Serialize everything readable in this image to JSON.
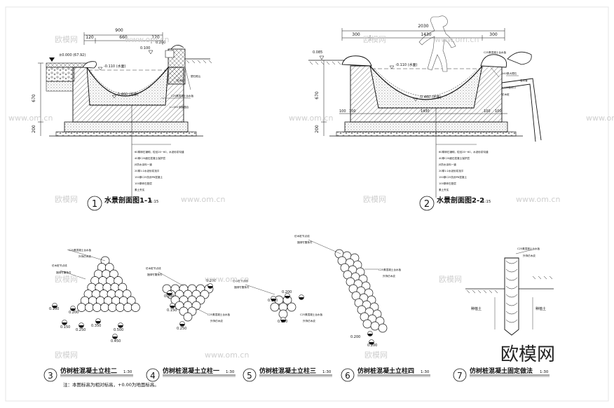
{
  "watermark": {
    "logo": "欧模网",
    "url": "www.om.cn"
  },
  "brand": "欧模网",
  "sections": [
    {
      "id": "1",
      "title": "水景剖面图1-1",
      "scale": "1:15",
      "dims_top": [
        "900",
        "120",
        "660",
        "120"
      ],
      "elevations": [
        "±0.000 (67.92)",
        "0.100",
        "0.200",
        "-0.110 (水面)",
        "-0.460 (池底)"
      ],
      "dims_left": [
        "670",
        "200"
      ],
      "callouts": [
        "塑石假山",
        "C25素混凝土台水板",
        "仿木桩",
        "L=150 钢板围合"
      ],
      "layers": [
        "60厚卵石铺砌，粒径20~60，水泥砂浆勾缝",
        "40厚C20细石混凝土保护层",
        "JS防水涂料一道",
        "20厚1:2水泥砂浆找平",
        "150厚C25抗渗P6混凝土",
        "100厚碎石垫层",
        "素土夯实"
      ]
    },
    {
      "id": "2",
      "title": "水景剖面图2-2",
      "scale": "1:15",
      "dims_top": [
        "2030",
        "300",
        "1430",
        "300"
      ],
      "elevations": [
        "0.085",
        "-0.110 (水面)",
        "-0.460 (池底)"
      ],
      "dims_left": [
        "670",
        "200"
      ],
      "dims_bottom": [
        "100",
        "100",
        "1430",
        "100",
        "100"
      ],
      "callouts": [
        "C25素混凝土台水板",
        "140厚大理石",
        "溢水管",
        "¢100溢水口",
        "仿木桩"
      ],
      "layers": [
        "60厚卵石铺砌，粒径20~60，水泥砂浆勾缝",
        "40厚C20细石混凝土保护层",
        "JS防水涂料一道",
        "20厚1:2水泥砂浆找平",
        "150厚C25抗渗P6混凝土",
        "100厚碎石垫层",
        "素土夯实"
      ]
    },
    {
      "id": "3",
      "title": "仿树桩混凝土立柱二",
      "scale": "1:30",
      "callouts": [
        "C25素混凝土台水板",
        "外饰仿木纹",
        "仿木桩节点线",
        "捆绑竹篾条件"
      ],
      "values": [
        "0.100",
        "0.200",
        "0.150",
        "0.250",
        "0.350",
        "0.500",
        "0.450"
      ]
    },
    {
      "id": "4",
      "title": "仿树桩混凝土立柱一",
      "scale": "1:30",
      "callouts": [
        "仿木桩节点线",
        "捆绑竹篾条件",
        "C25素混凝土台水板",
        "外饰仿木纹"
      ],
      "values": [
        "0.200",
        "0.100",
        "0.150",
        "0.250"
      ]
    },
    {
      "id": "5",
      "title": "仿树桩混凝土立柱三",
      "scale": "1:30",
      "callouts": [
        "仿木桩节点线",
        "捆绑竹篾条件",
        "C25素混凝土台水板",
        "外饰仿木纹"
      ],
      "values": [
        "0.200",
        "0.100",
        "0.150"
      ]
    },
    {
      "id": "6",
      "title": "仿树桩混凝土立柱四",
      "scale": "1:30",
      "callouts": [
        "仿木桩节点线",
        "捆绑竹篾条件",
        "C25素混凝土台水板",
        "外饰仿木纹"
      ],
      "values": [
        "0.200",
        "0.200"
      ]
    },
    {
      "id": "7",
      "title": "仿树桩混凝土固定做法",
      "scale": "1:30",
      "callouts": [
        "C25素混凝土台水板",
        "外饰仿木纹",
        "种植土",
        "种植土"
      ]
    }
  ],
  "footnote": "注：本图标高为相对标高，+0.00为地面标高。"
}
